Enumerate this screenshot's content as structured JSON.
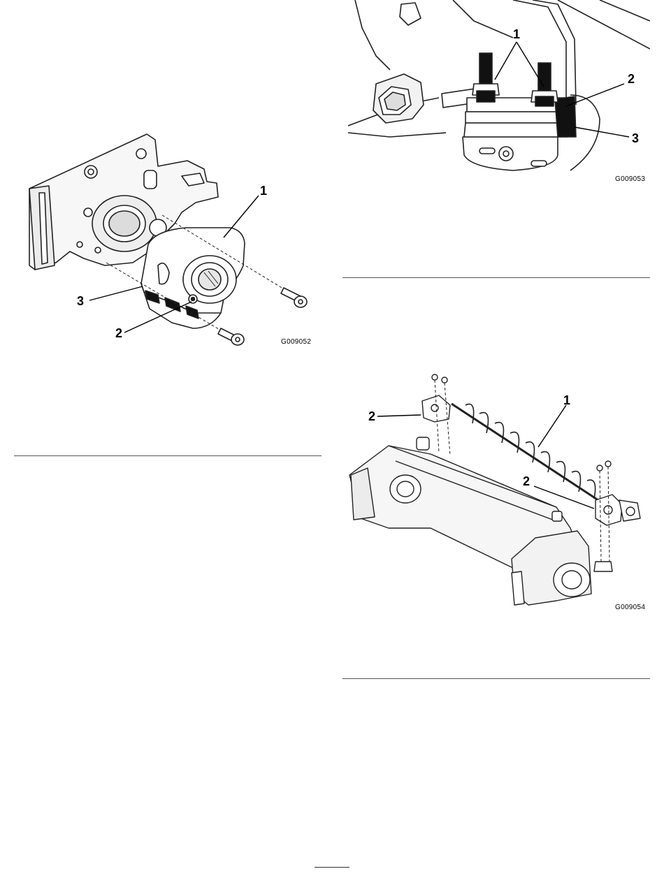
{
  "figures": [
    {
      "code": "G009052",
      "callouts": [
        "1",
        "2",
        "3"
      ]
    },
    {
      "code": "G009053",
      "callouts": [
        "1",
        "2",
        "3"
      ]
    },
    {
      "code": "G009054",
      "callouts": [
        "1",
        "2",
        "2"
      ]
    }
  ]
}
